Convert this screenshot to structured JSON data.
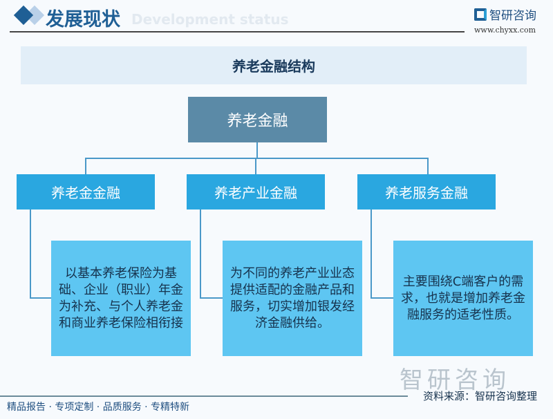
{
  "header": {
    "title": "发展现状",
    "subtitle": "Development status",
    "logo_text": "智研咨询",
    "url": "www.chyxx.com"
  },
  "banner": {
    "title": "养老金融结构"
  },
  "tree": {
    "root": "养老金融",
    "children": [
      {
        "label": "养老金金融",
        "desc": "以基本养老保险为基础、企业（职业）年金为补充、与个人养老金和商业养老保险相衔接"
      },
      {
        "label": "养老产业金融",
        "desc": "为不同的养老产业业态提供适配的金融产品和服务，切实增加银发经济金融供给。"
      },
      {
        "label": "养老服务金融",
        "desc": "主要围绕C端客户的需求，也就是增加养老金融服务的适老性质。"
      }
    ]
  },
  "footer": {
    "slogan": "精品报告 · 专项定制 · 品质服务 · 专精特新",
    "watermark": "智研咨询",
    "source": "资料来源：智研咨询整理"
  },
  "colors": {
    "primary": "#1f5f95",
    "root": "#5b8aa7",
    "level2": "#2aa7e0",
    "detail": "#5ec6f2"
  }
}
